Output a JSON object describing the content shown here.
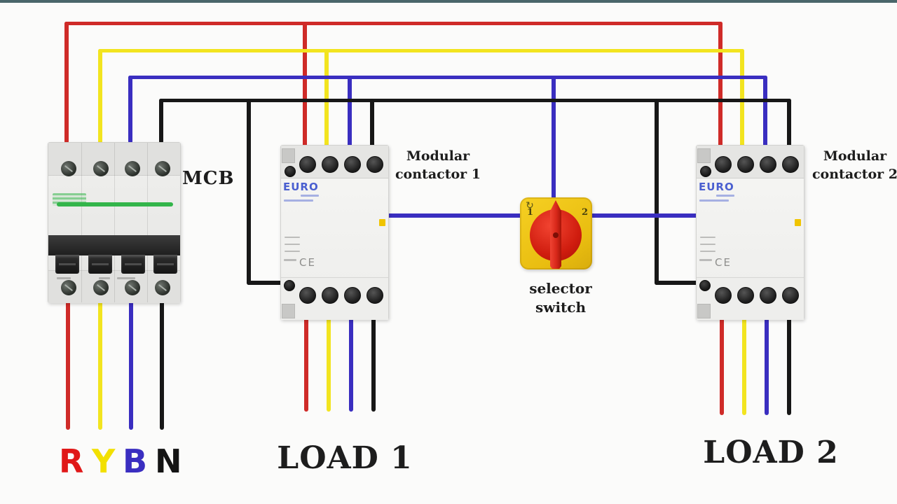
{
  "colors": {
    "red": "#cf2b28",
    "yellow": "#f2e41f",
    "blue": "#3a2ec0",
    "black": "#171717",
    "green": "#33b54a",
    "brand": "#4a5fd0",
    "knob": "#d8281a",
    "plate": "#edc214",
    "label": "#1d1d1d",
    "topline": "#4a666a"
  },
  "labels": {
    "mcb": "MCB",
    "contactor1": {
      "line1": "Modular",
      "line2": "contactor 1"
    },
    "contactor2": {
      "line1": "Modular",
      "line2": "contactor 2"
    },
    "selector": {
      "line1": "selector",
      "line2": "switch",
      "pos1": "1",
      "pos2": "2"
    },
    "load1": "LOAD 1",
    "load2": "LOAD 2"
  },
  "devices": {
    "contactor_brand": "EURO",
    "ce_mark": "CE"
  },
  "phases": [
    {
      "letter": "R",
      "color": "#e01818",
      "wire": "red phase"
    },
    {
      "letter": "Y",
      "color": "#f2e000",
      "wire": "yellow phase"
    },
    {
      "letter": "B",
      "color": "#3a2ec0",
      "wire": "blue phase"
    },
    {
      "letter": "N",
      "color": "#141414",
      "wire": "neutral"
    }
  ]
}
